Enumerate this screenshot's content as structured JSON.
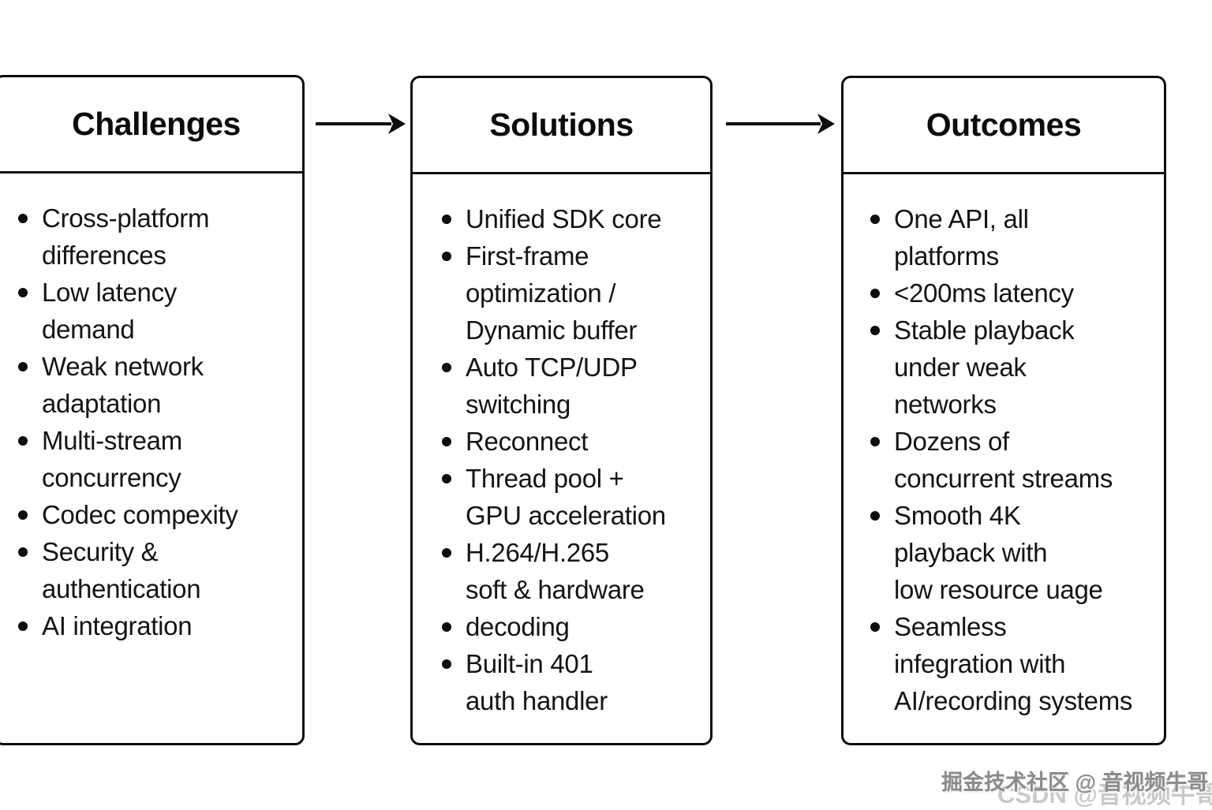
{
  "diagram": {
    "columns": [
      {
        "title": "Challenges",
        "items": [
          "Cross-platform\ndifferences",
          "Low latency\ndemand",
          "Weak network\nadaptation",
          "Multi-stream\nconcurrency",
          "Codec compexity",
          "Security &\nauthentication",
          "AI integration"
        ]
      },
      {
        "title": "Solutions",
        "items": [
          "Unified SDK core",
          "First-frame\noptimization /\nDynamic buffer",
          "Auto TCP/UDP\nswitching",
          "Reconnect",
          "Thread pool +\nGPU acceleration",
          "H.264/H.265\nsoft & hardware",
          "decoding",
          "Built-in 401\nauth handler"
        ]
      },
      {
        "title": "Outcomes",
        "items": [
          "One API, all\nplatforms",
          "<200ms latency",
          "Stable playback\nunder weak\nnetworks",
          "Dozens of\nconcurrent streams",
          "Smooth 4K\nplayback with\nlow resource uage",
          "Seamless\ninfegration with\nAI/recording systems"
        ]
      }
    ]
  },
  "watermark": {
    "line_dark": "掘金技术社区 @ 音视频牛哥",
    "line_light": "CSDN @音视频牛哥"
  },
  "colors": {
    "border": "#0d0d0d",
    "background": "#ffffff",
    "text": "#141414",
    "watermark_dark": "#8b8b8b",
    "watermark_light": "#c9c9c9"
  }
}
